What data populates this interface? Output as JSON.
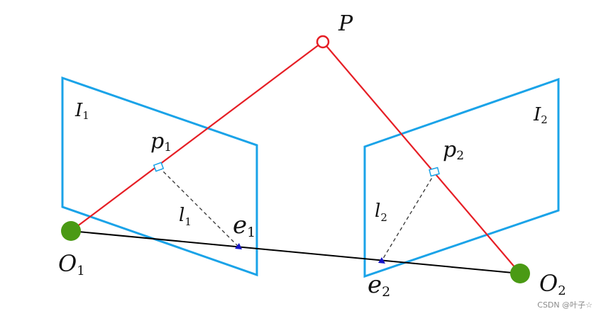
{
  "labels": {
    "P": "P",
    "I1_main": "I",
    "I1_sub": "1",
    "I2_main": "I",
    "I2_sub": "2",
    "p1_main": "p",
    "p1_sub": "1",
    "p2_main": "p",
    "p2_sub": "2",
    "l1_main": "l",
    "l1_sub": "1",
    "l2_main": "l",
    "l2_sub": "2",
    "e1_main": "e",
    "e1_sub": "1",
    "e2_main": "e",
    "e2_sub": "2",
    "O1_main": "O",
    "O1_sub": "1",
    "O2_main": "O",
    "O2_sub": "2"
  },
  "watermark": "CSDN @叶子☆",
  "colors": {
    "plane": "#1aa3e8",
    "ray": "#e61e25",
    "baseline": "#000000",
    "camera_center": "#4a9a14",
    "epipole": "#1414c8",
    "epipolar_line": "#333333"
  }
}
